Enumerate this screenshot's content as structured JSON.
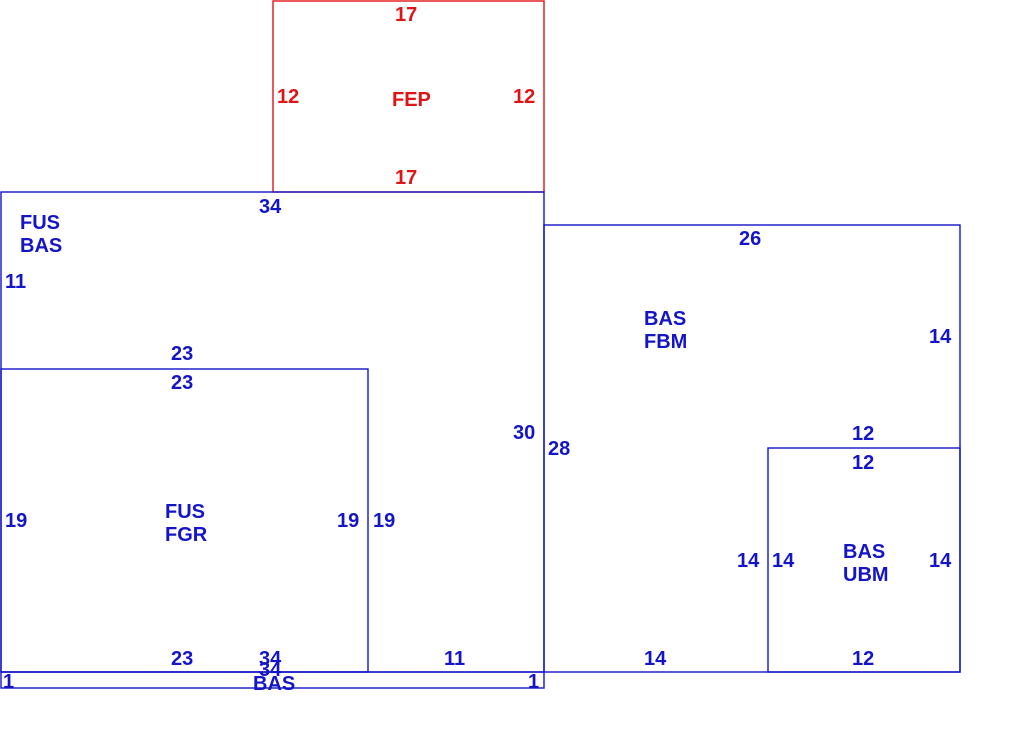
{
  "colors": {
    "main": "#1414c8",
    "addition": "#e01414",
    "background": "#ffffff"
  },
  "areas": [
    {
      "key": "fep",
      "color": "addition",
      "codes": [
        "FEP"
      ]
    },
    {
      "key": "fus_bas",
      "color": "main",
      "codes": [
        "FUS",
        "BAS"
      ]
    },
    {
      "key": "fus_fgr",
      "color": "main",
      "codes": [
        "FUS",
        "FGR"
      ]
    },
    {
      "key": "bas_fbm",
      "color": "main",
      "codes": [
        "BAS",
        "FBM"
      ]
    },
    {
      "key": "bas_ubm",
      "color": "main",
      "codes": [
        "BAS",
        "UBM"
      ]
    },
    {
      "key": "bas_strip",
      "color": "main",
      "codes": [
        "BAS"
      ]
    }
  ],
  "dimensions": {
    "fep_top": "17",
    "fep_left": "12",
    "fep_right": "12",
    "fep_bottom": "17",
    "main_top": "34",
    "main_left_upper": "11",
    "main_inner_left": "23",
    "main_right": "30",
    "fgr_top": "23",
    "fgr_left": "19",
    "fgr_right": "19",
    "fgr_outer_right": "19",
    "fgr_bottom": "23",
    "main_bottom": "34",
    "main_bottom_right": "11",
    "fbm_top": "26",
    "fbm_right": "14",
    "fbm_left": "28",
    "fbm_bottom": "14",
    "ubm_top_outer": "12",
    "ubm_top": "12",
    "ubm_left_outer": "14",
    "ubm_left": "14",
    "ubm_right": "14",
    "ubm_bottom": "12",
    "strip_left": "1",
    "strip_right": "1",
    "strip_top": "34"
  }
}
